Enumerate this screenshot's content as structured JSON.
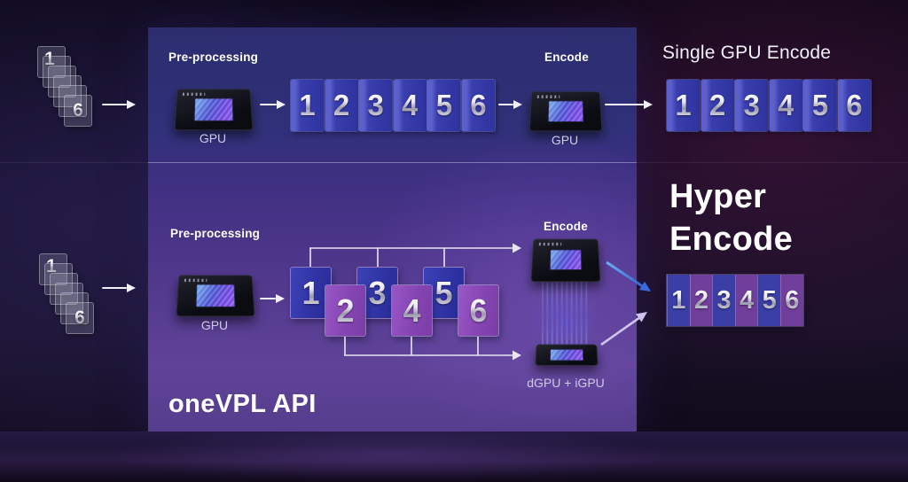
{
  "api_label": "oneVPL API",
  "top_pipeline": {
    "preprocess_label": "Pre-processing",
    "preprocess_chip_label": "GPU",
    "encode_label": "Encode",
    "encode_chip_label": "GPU",
    "input_stack": {
      "first_frame": "1",
      "last_frame": "6"
    },
    "frames": [
      "1",
      "2",
      "3",
      "4",
      "5",
      "6"
    ],
    "output": {
      "title": "Single GPU Encode",
      "frames": [
        "1",
        "2",
        "3",
        "4",
        "5",
        "6"
      ]
    }
  },
  "bottom_pipeline": {
    "preprocess_label": "Pre-processing",
    "preprocess_chip_label": "GPU",
    "encode_label": "Encode",
    "encode_chip_label": "dGPU + iGPU",
    "input_stack": {
      "first_frame": "1",
      "last_frame": "6"
    },
    "frames": [
      "1",
      "2",
      "3",
      "4",
      "5",
      "6"
    ],
    "output": {
      "title_line1": "Hyper",
      "title_line2": "Encode",
      "frames": [
        "1",
        "2",
        "3",
        "4",
        "5",
        "6"
      ]
    }
  },
  "colors": {
    "tile_blue": "#3438a4",
    "tile_purple": "#8a49b8",
    "panel_top": "#2e2e72",
    "panel_bottom": "#5e4296",
    "arrow_blue": "#3f74dd",
    "arrow_lavender": "#cfc2ee",
    "background": "#140d24"
  }
}
